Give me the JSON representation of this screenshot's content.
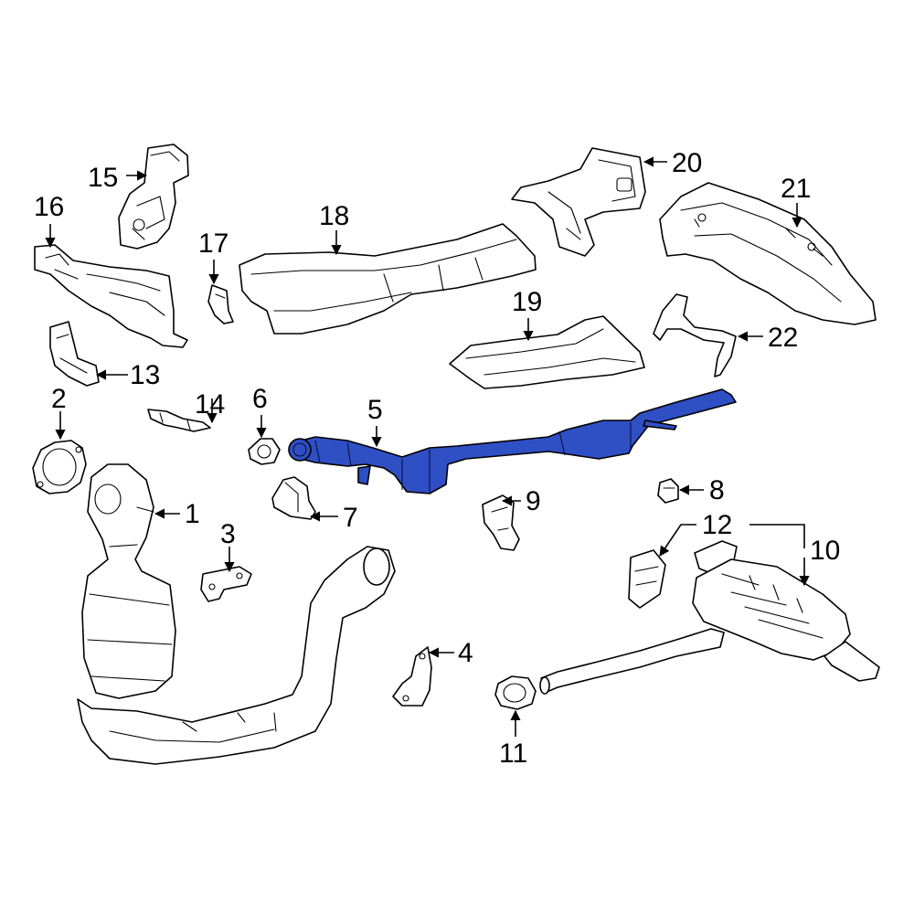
{
  "highlight_color": "#2f4fc4",
  "callouts": [
    {
      "id": "1",
      "text": "1"
    },
    {
      "id": "2",
      "text": "2"
    },
    {
      "id": "3",
      "text": "3"
    },
    {
      "id": "4",
      "text": "4"
    },
    {
      "id": "5",
      "text": "5"
    },
    {
      "id": "6",
      "text": "6"
    },
    {
      "id": "7",
      "text": "7"
    },
    {
      "id": "8",
      "text": "8"
    },
    {
      "id": "9",
      "text": "9"
    },
    {
      "id": "10",
      "text": "10"
    },
    {
      "id": "11",
      "text": "11"
    },
    {
      "id": "12",
      "text": "12"
    },
    {
      "id": "13",
      "text": "13"
    },
    {
      "id": "14",
      "text": "14"
    },
    {
      "id": "15",
      "text": "15"
    },
    {
      "id": "16",
      "text": "16"
    },
    {
      "id": "17",
      "text": "17"
    },
    {
      "id": "18",
      "text": "18"
    },
    {
      "id": "19",
      "text": "19"
    },
    {
      "id": "20",
      "text": "20"
    },
    {
      "id": "21",
      "text": "21"
    },
    {
      "id": "22",
      "text": "22"
    }
  ]
}
